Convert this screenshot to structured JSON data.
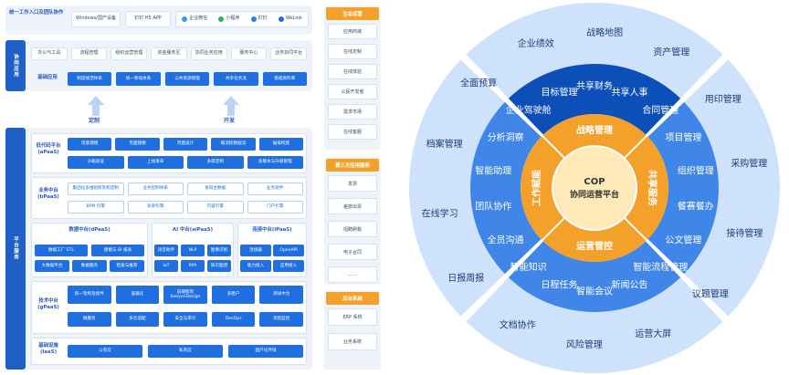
{
  "top": {
    "title": "统一工作入口及团队协作",
    "clients": [
      "Windows/国产设备",
      "钉钉 H5 APP"
    ],
    "apps": [
      "企业微信",
      "小程序",
      "钉钉",
      "WeLink"
    ]
  },
  "collab": {
    "side": "协同应用",
    "row1": [
      "办公与工具",
      "流程管理",
      "组织运营管理",
      "资金服务区",
      "协同业务应用",
      "服务中心",
      "业务协同平台"
    ],
    "row2_label": "基础应用",
    "row2": [
      "制度规范体系",
      "统一移动体系",
      "公共资源管理",
      "共享任务流",
      "基础资料库"
    ]
  },
  "arrows": {
    "left": "定制",
    "right": "开发"
  },
  "platform": {
    "side": "平台服务",
    "lowcode": {
      "label": "低代码平台(aPaaS)",
      "row1": [
        "场景建模",
        "页面建模",
        "页面设计",
        "微流程数据流",
        "编排构建"
      ],
      "row2": [
        "沙箱验证",
        "上线发布",
        "多级定制",
        "多版本与升级管理"
      ]
    },
    "biz": {
      "label": "业务中台(bPaaS)",
      "row1": [
        "集团化多维组织架构定制",
        "业务控制体系",
        "协同主数据",
        "业务组件"
      ],
      "row2": [
        "BPM 引擎",
        "表单引擎",
        "内容引擎",
        "门户引擎"
      ]
    },
    "data": {
      "label": "数据中台(dPaaS)",
      "items": [
        "数据工厂 ETL",
        "建模与 BI 报表",
        "大数据平台",
        "数据服务",
        "检索与推荐"
      ]
    },
    "ai": {
      "label": "AI 中台(aiPaaS)",
      "items": [
        "语音助手",
        "NLP",
        "图像识别",
        "IoT",
        "RPA",
        "知识图谱"
      ]
    },
    "conn": {
      "label": "连接中台(iPaaS)",
      "items": [
        "连接器",
        "OpenAPI",
        "能力接入",
        "应用接入"
      ]
    },
    "tech": {
      "label": "技术中台(gPaaS)",
      "row1": [
        "统一架构及组件",
        "容器化",
        "前端框架 SeeyonDesign",
        "多租户",
        "测试中台"
      ],
      "row2": [
        "微服务",
        "多云适配",
        "安全与审计",
        "DevOps",
        "流程监控"
      ]
    },
    "infra": {
      "label": "基础设施(IaaS)",
      "items": [
        "公有云",
        "私有云",
        "国产化环境"
      ]
    }
  },
  "right": {
    "eco": {
      "title": "生态运营",
      "items": [
        "应用商城",
        "在线定制",
        "在线体验",
        "公民开发者",
        "需求市场",
        "在线客服"
      ]
    },
    "third": {
      "title": "第三方应用服务",
      "items": [
        "发票",
        "差旅出票",
        "招聘刷税",
        "电子合同",
        "……"
      ]
    },
    "back": {
      "title": "后台系统",
      "items": [
        "ERP 系统",
        "业务系统"
      ]
    }
  },
  "wheel": {
    "center": [
      "COP",
      "协同运营平台"
    ],
    "inner": [
      "战略管理",
      "共享服务",
      "运营管控",
      "工作赋能"
    ],
    "middle": [
      "企业驾驶舱",
      "目标管理",
      "共享财务",
      "共享人事",
      "合同管理",
      "项目管理",
      "组织管理",
      "餐赛餐办",
      "公文管理",
      "智能流程管理",
      "新闻公告",
      "智能会议",
      "日程任务",
      "智能知识",
      "全员沟通",
      "团队协作",
      "智能助理",
      "分析洞察"
    ],
    "outer": [
      "企业绩效",
      "战略地图",
      "资产管理",
      "用印管理",
      "采购管理",
      "接待管理",
      "议题管理",
      "运营大屏",
      "风险管理",
      "文档协作",
      "日报周报",
      "在线学习",
      "档案管理",
      "全面预算"
    ]
  },
  "colors": {
    "blue": "#1f6fe0",
    "dark": "#0d4fb8",
    "mid": "#3f86e8",
    "light": "#cfe2fb",
    "orange": "#f4a12b",
    "center": "#ffe9b8"
  }
}
